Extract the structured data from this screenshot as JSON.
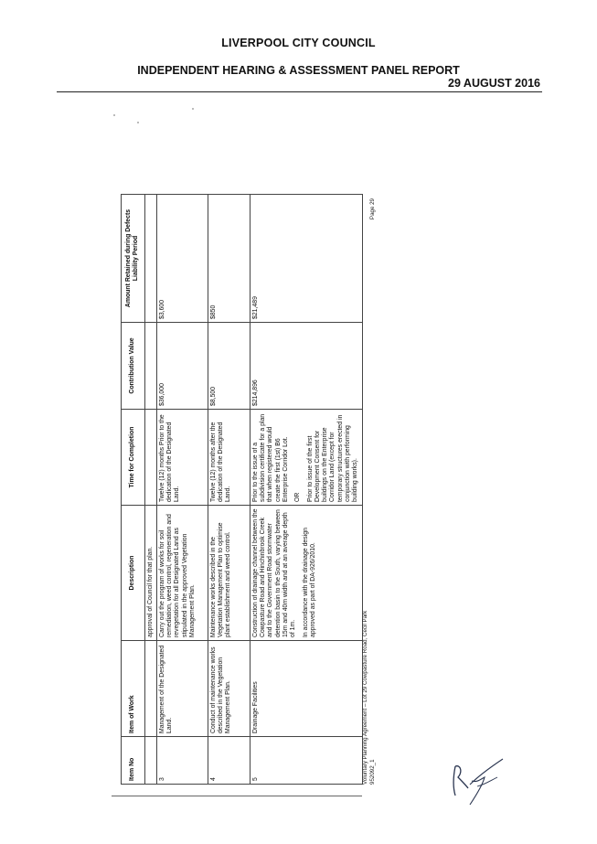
{
  "header": {
    "council": "LIVERPOOL CITY COUNCIL",
    "report": "INDEPENDENT HEARING & ASSESSMENT PANEL REPORT",
    "date": "29 AUGUST 2016"
  },
  "table": {
    "headers": [
      "Item No",
      "Item of Work",
      "Description",
      "Time for Completion",
      "Contribution Value",
      "Amount Retained during Defects Liability Period"
    ],
    "continuation": "approval of Council for that plan.",
    "rows": [
      {
        "item_no": "3",
        "work": "Management of the Designated Land.",
        "description": "Carry out the program of works for soil remediation, weed control, regeneration and revegetation for all Designated Land as stipulated in the approved Vegetation Management Plan.",
        "time": "Twelve (12) months Prior to the dedication of the Designated Land.",
        "value": "$36,000",
        "retained": "$3,600"
      },
      {
        "item_no": "4",
        "work": "Conduct of maintenance works described in the Vegetation Management Plan.",
        "description": "Maintenance works described in the Vegetation Management Plan to optimise plant establishment and weed control.",
        "time": "Twelve (12) months after the dedication of the Designated Land.",
        "value": "$8,500",
        "retained": "$850"
      },
      {
        "item_no": "5",
        "work": "Drainage Facilities",
        "description": "Construction of drainage channel between the Cowpasture Road and Hinchinbrook Creek and to the Government Road stormwater detention basin to the South, varying between 15m and 40m width and at an average depth of 1m.",
        "description_2": "In accordance with the drainage design approved as part of DA-926/2010.",
        "time": "Prior to the issue of a subdivision certificate for a plan that when registered would create the first (1st) B6 Enterprise Corridor Lot.",
        "time_or": "OR",
        "time_2": "Prior to issue of the first Development Consent for buildings on the Enterprise Corridor Land (except for temporary structures erected in conjunction with performing building works).",
        "value": "$214,896",
        "retained": "$21,489"
      }
    ]
  },
  "footer": {
    "agreement": "Voluntary Planning Agreement – Lot 29 Cowpasture Road, Cecil Park",
    "ref": "952092_1",
    "page": "Page 29"
  }
}
